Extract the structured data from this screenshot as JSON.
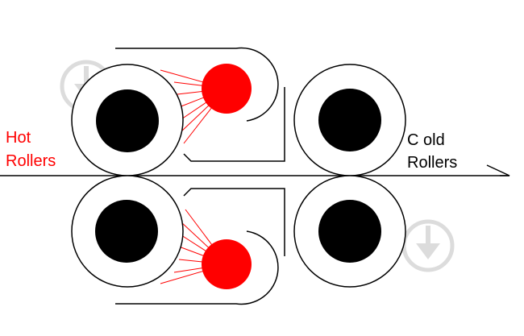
{
  "labels": {
    "hot_line1": "Hot",
    "hot_line2": "Rollers",
    "cold_line1": "C old",
    "cold_line2": "Rollers"
  },
  "colors": {
    "hot": "#ff0000",
    "cold": "#000000",
    "roller_core": "#000000",
    "outline": "#000000",
    "watermark": "#d9d9d9"
  },
  "icons": [
    "download-watermark-icon",
    "download-watermark-icon"
  ]
}
